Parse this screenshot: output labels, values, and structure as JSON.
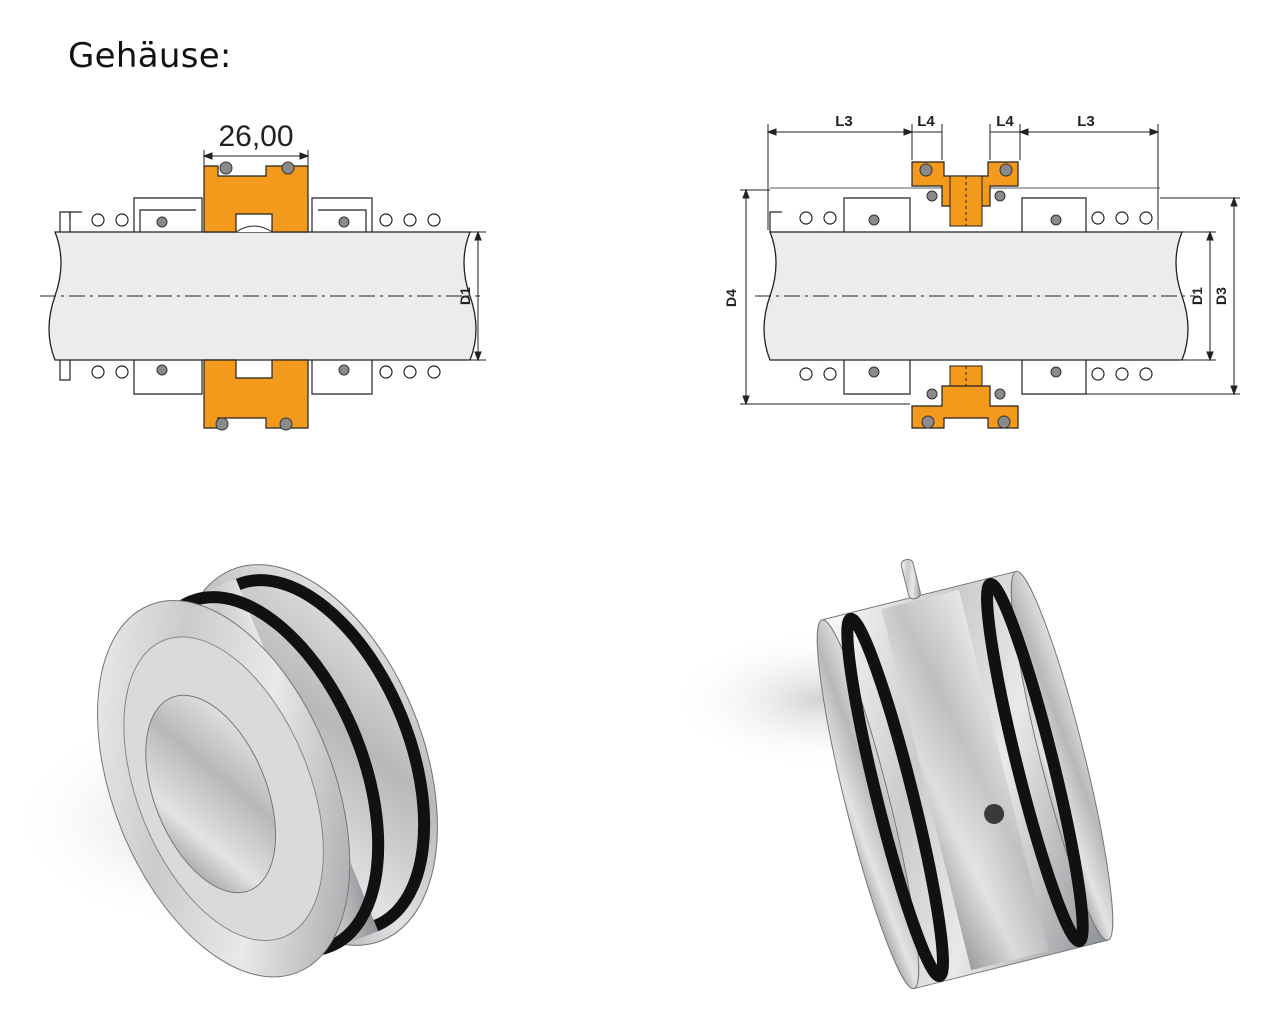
{
  "page": {
    "heading": "Gehäuse:"
  },
  "drawing_left": {
    "dimension_width": "26,00",
    "diameter_label": "D1"
  },
  "drawing_right": {
    "length_label_outer_left": "L3",
    "length_label_inner_left": "L4",
    "length_label_inner_right": "L4",
    "length_label_outer_right": "L3",
    "diameter_outer_label": "D4",
    "diameter_shaft_label": "D1",
    "diameter_seal_label": "D3"
  },
  "colors": {
    "housing": "#f39a1d",
    "oring": "#8a8a8a",
    "shaft": "#ededed",
    "line": "#222222"
  },
  "photos": [
    {
      "name": "housing-photo-front",
      "description_icon": "metal-ring-with-two-o-rings"
    },
    {
      "name": "housing-photo-side",
      "description_icon": "metal-ring-with-pin"
    }
  ]
}
